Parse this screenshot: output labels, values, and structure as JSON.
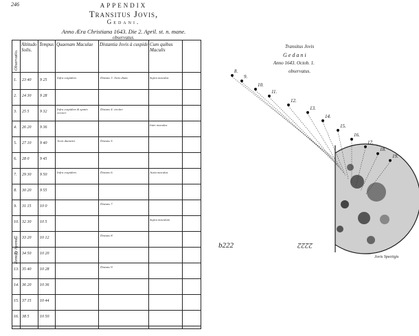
{
  "page": {
    "number": "246",
    "head_1": "APPENDIX",
    "head_2": "Transitus Jovis,",
    "head_3": "Gedani.",
    "head_4": "Anno Æra Christiana 1643. Die 2. April. st. n. mane.",
    "head_5": "observatus."
  },
  "table": {
    "col_1": "Observatio.",
    "col_2": "Altitudo Solis.",
    "col_3": "Tempus",
    "col_4": "Quaenam Maculae",
    "col_5": "Distantia Jovis à cuspide",
    "col_6": "Cum quibus Maculis",
    "row_labels": [
      "1.",
      "2.",
      "3.",
      "4.",
      "5.",
      "6.",
      "7.",
      "8.",
      "9.",
      "10.",
      "11.",
      "12.",
      "13.",
      "14.",
      "15.",
      "16."
    ],
    "side_note": "Remote hyeme.",
    "alt_values": [
      "23 40",
      "24 30",
      "25 5",
      "26 20",
      "27 10",
      "28 0",
      "29 30",
      "30 20",
      "31 15",
      "32 30",
      "33 20",
      "34 50",
      "35 40",
      "36 20",
      "37 15",
      "38 5"
    ],
    "time_values": [
      "9 25",
      "9 28",
      "9 32",
      "9 36",
      "9 40",
      "9 45",
      "9 50",
      "9 55",
      "10 0",
      "10 5",
      "10 12",
      "10 20",
      "10 28",
      "10 36",
      "10 44",
      "10 50"
    ],
    "quaenam_cells": [
      "Infra cuspidem.",
      "Infra cuspidem & spatio circiter",
      "Jovis diametri.",
      "Infra cuspidem."
    ],
    "distantia_cells": [
      "Distans 3. Jovis diam.",
      "Distans 4. circiter",
      "Distans 5.",
      "Distans 6.",
      "Distans 7.",
      "Distans 8.",
      "Distans 9."
    ],
    "maculis_cells": [
      "Supra maculas",
      "Inter maculas",
      "Juxta maculas",
      "Supra maculam"
    ]
  },
  "figure": {
    "caption_1": "Transitus Jovis",
    "caption_2": "Gedani",
    "caption_3": "Anno 1643. Octob. 1.",
    "caption_4": "observatus.",
    "left_mark": "b222",
    "right_mark": "2222",
    "note": "Jovis Spectigis"
  }
}
